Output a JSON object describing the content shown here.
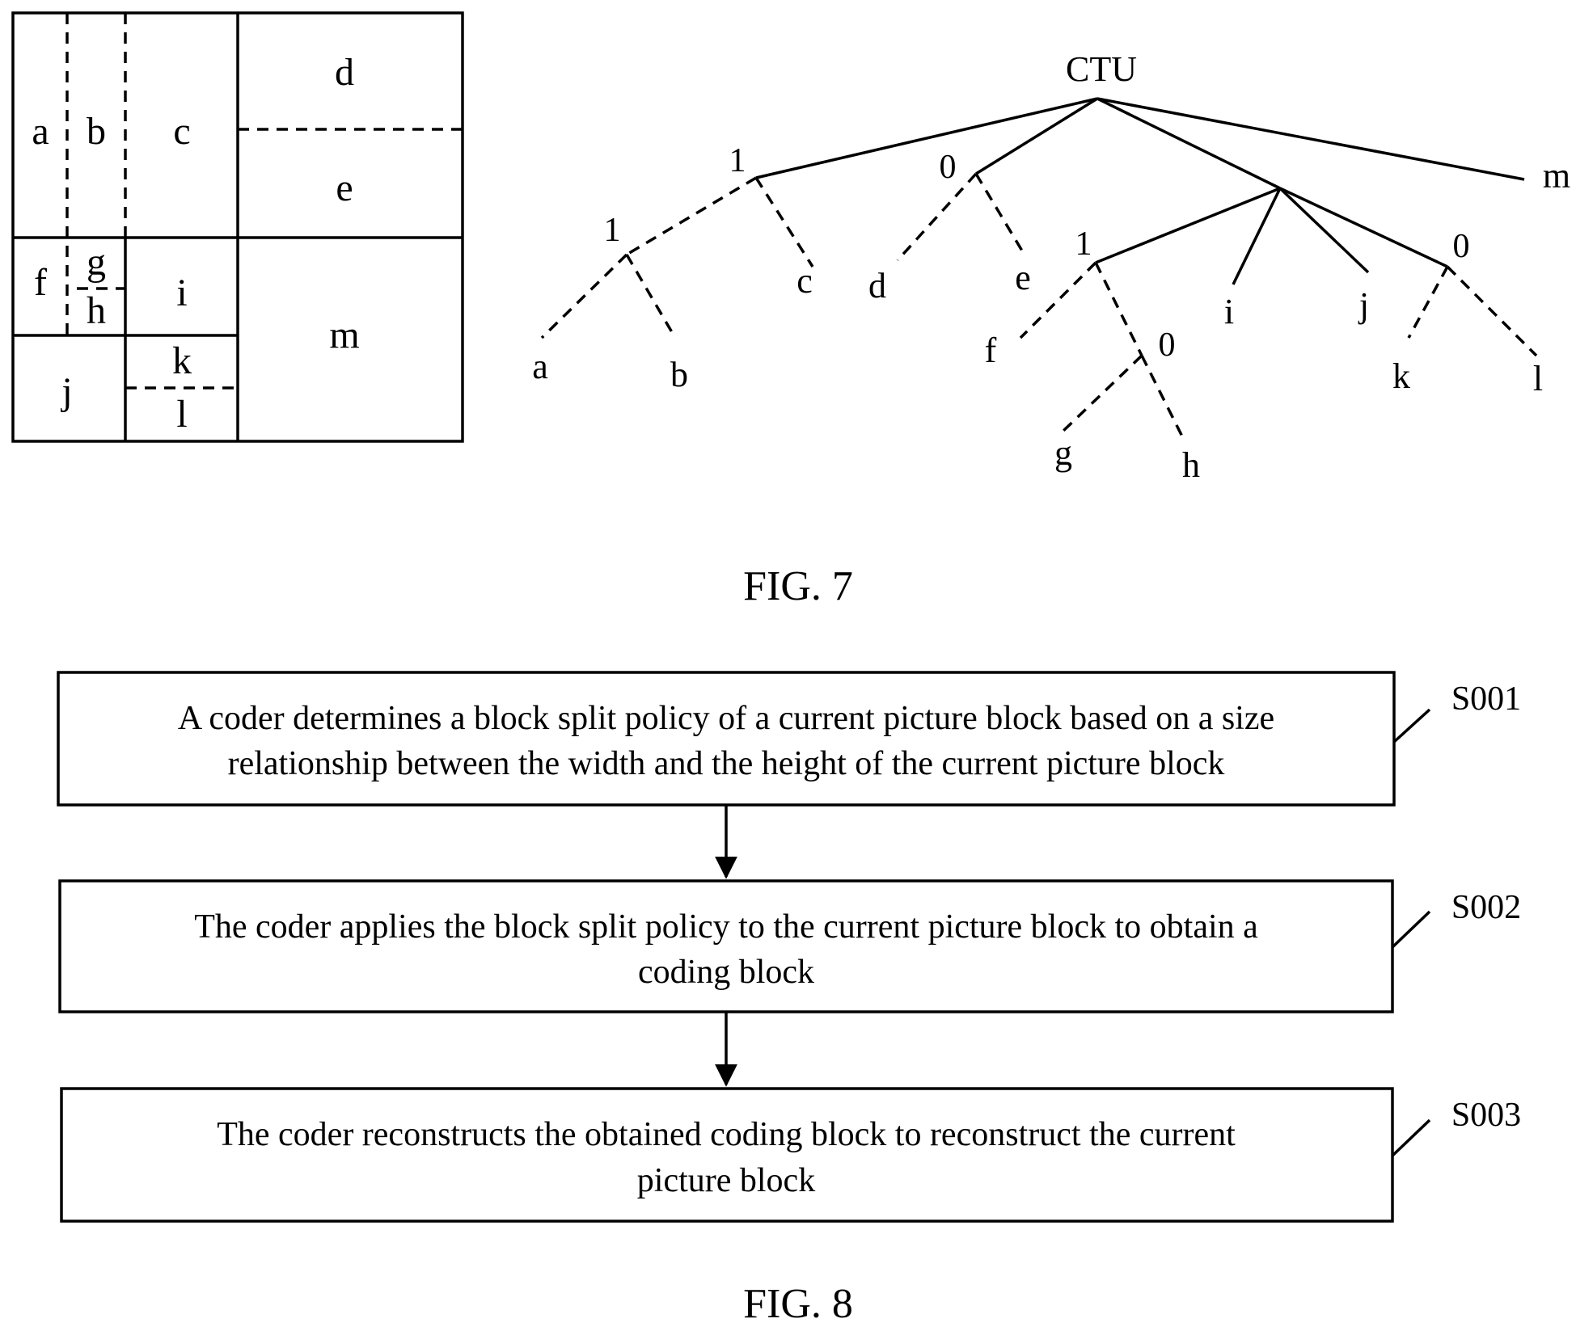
{
  "fig7": {
    "caption": "FIG. 7",
    "blocks": {
      "a": "a",
      "b": "b",
      "c": "c",
      "d": "d",
      "e": "e",
      "f": "f",
      "g": "g",
      "h": "h",
      "i": "i",
      "j": "j",
      "k": "k",
      "l": "l",
      "m": "m"
    },
    "tree": {
      "root": "CTU",
      "split_flags": {
        "n1": "1",
        "n2": "0",
        "n3": "1",
        "n4": "1",
        "n5": "0",
        "n6": "0"
      },
      "leaves": {
        "a": "a",
        "b": "b",
        "c": "c",
        "d": "d",
        "e": "e",
        "f": "f",
        "g": "g",
        "h": "h",
        "i": "i",
        "j": "j",
        "k": "k",
        "l": "l",
        "m": "m"
      }
    }
  },
  "fig8": {
    "caption": "FIG. 8",
    "steps": [
      {
        "id": "S001",
        "line1": "A coder determines a block split policy of a current picture block based on a size",
        "line2": "relationship between the width and the height of the current picture block"
      },
      {
        "id": "S002",
        "line1": "The coder applies the block split policy to the current picture block to obtain a",
        "line2": "coding block"
      },
      {
        "id": "S003",
        "line1": "The coder reconstructs the obtained coding block to reconstruct the current",
        "line2": "picture block"
      }
    ]
  }
}
